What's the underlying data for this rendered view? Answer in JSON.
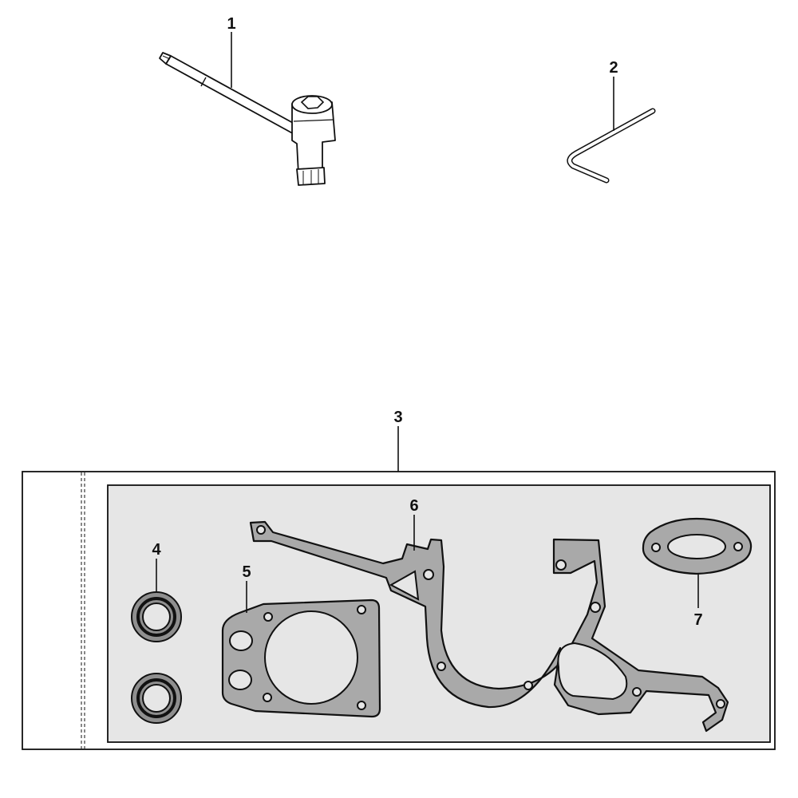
{
  "diagram": {
    "callouts": {
      "p1": "1",
      "p2": "2",
      "p3": "3",
      "p4": "4",
      "p5": "5",
      "p6": "6",
      "p7": "7"
    },
    "colors": {
      "line": "#111111",
      "kit_panel": "#e6e6e6",
      "gasket": "#a9a9a9",
      "background": "#ffffff"
    },
    "parts": [
      {
        "number": "1",
        "icon": "combination-spanner-icon"
      },
      {
        "number": "2",
        "icon": "hex-key-icon"
      },
      {
        "number": "3",
        "icon": "gasket-kit-bag-icon"
      },
      {
        "number": "4",
        "icon": "oil-seal-icon"
      },
      {
        "number": "5",
        "icon": "cylinder-gasket-icon"
      },
      {
        "number": "6",
        "icon": "crankcase-gasket-icon"
      },
      {
        "number": "7",
        "icon": "muffler-gasket-icon"
      }
    ]
  }
}
